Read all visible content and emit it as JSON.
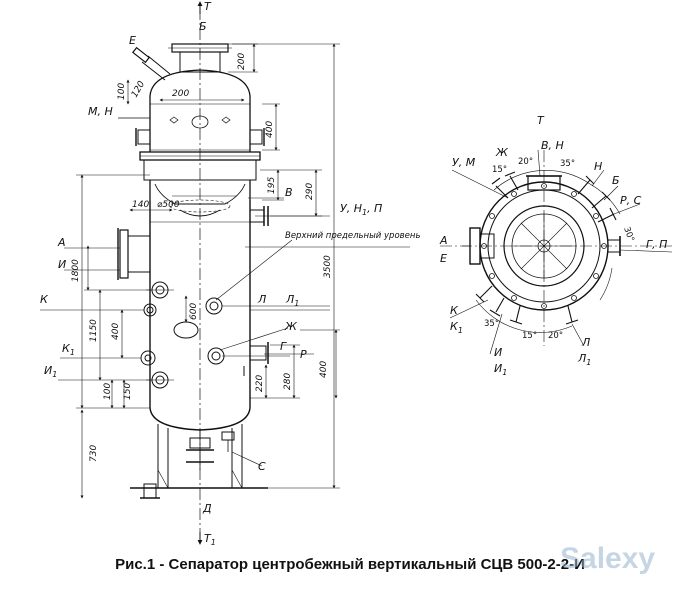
{
  "caption": "Рис.1 - Сепаратор центробежный вертикальный СЦВ 500-2-2-И",
  "watermark": "Salexy",
  "front_view": {
    "letters": {
      "T_top": "T",
      "B_top": "Б",
      "E": "Е",
      "MN": "М, Н",
      "V": "В",
      "UNP": "У, Н",
      "UNP_sub": "1",
      "UNP_tail": ", П",
      "A": "А",
      "I": "И",
      "K": "К",
      "L": "Л",
      "L1": "Л",
      "L1_sub": "1",
      "ZH": "Ж",
      "K1": "К",
      "K1_sub": "1",
      "I1": "И",
      "I1_sub": "1",
      "G": "Г",
      "R": "Р",
      "S": "С",
      "D": "Д",
      "T1": "Т",
      "T1_sub": "1"
    },
    "note": "Верхний предельный уровень",
    "dims": {
      "d100": "100",
      "d120": "120",
      "d200a": "200",
      "d200b": "200",
      "d400a": "400",
      "d195": "195",
      "d290": "290",
      "d140": "140",
      "d500": "⌀500",
      "d1800": "1800",
      "d3500": "3500",
      "d1150": "1150",
      "d400b": "400",
      "d600": "600",
      "d100b": "100",
      "d150": "150",
      "d220": "220",
      "d280": "280",
      "d400c": "400",
      "d730": "730"
    }
  },
  "top_view": {
    "title": "Т",
    "letters": {
      "VN": "В, Н",
      "UM": "У, М",
      "ZH": "Ж",
      "N": "Н",
      "B": "Б",
      "RS": "Р, С",
      "A": "А",
      "E": "Е",
      "GP": "Г, П",
      "K": "К",
      "K1": "К",
      "K1_sub": "1",
      "I": "И",
      "I1": "И",
      "I1_sub": "1",
      "L": "Л",
      "L1": "Л",
      "L1_sub": "1"
    },
    "angles": {
      "a15a": "15°",
      "a20a": "20°",
      "a35a": "35°",
      "a30": "30°",
      "a35b": "35°",
      "a15b": "15°",
      "a20b": "20°"
    }
  }
}
